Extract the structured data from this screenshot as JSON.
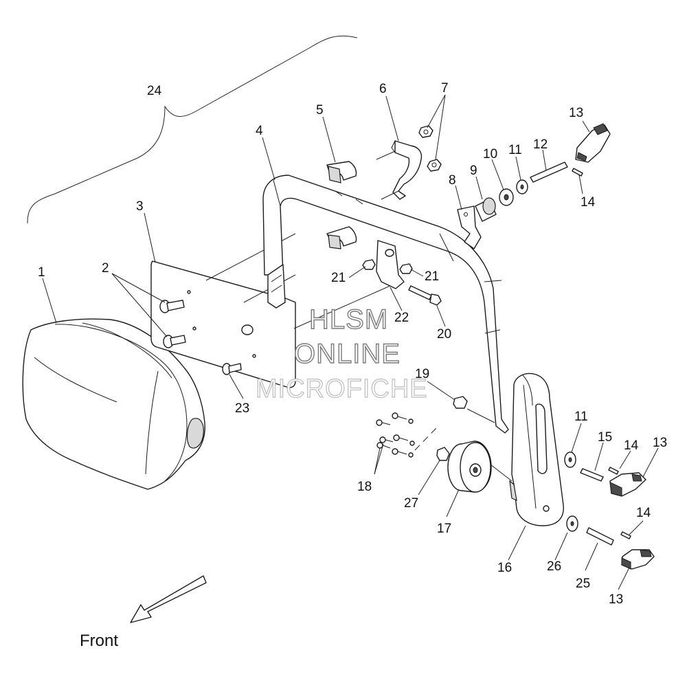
{
  "callouts": [
    {
      "id": "c1",
      "text": "1"
    },
    {
      "id": "c2",
      "text": "2"
    },
    {
      "id": "c3",
      "text": "3"
    },
    {
      "id": "c4",
      "text": "4"
    },
    {
      "id": "c5",
      "text": "5"
    },
    {
      "id": "c6",
      "text": "6"
    },
    {
      "id": "c7",
      "text": "7"
    },
    {
      "id": "c8",
      "text": "8"
    },
    {
      "id": "c9",
      "text": "9"
    },
    {
      "id": "c10",
      "text": "10"
    },
    {
      "id": "c11a",
      "text": "11"
    },
    {
      "id": "c12",
      "text": "12"
    },
    {
      "id": "c13a",
      "text": "13"
    },
    {
      "id": "c14a",
      "text": "14"
    },
    {
      "id": "c11b",
      "text": "11"
    },
    {
      "id": "c15",
      "text": "15"
    },
    {
      "id": "c14b",
      "text": "14"
    },
    {
      "id": "c13b",
      "text": "13"
    },
    {
      "id": "c14c",
      "text": "14"
    },
    {
      "id": "c16",
      "text": "16"
    },
    {
      "id": "c17",
      "text": "17"
    },
    {
      "id": "c18",
      "text": "18"
    },
    {
      "id": "c19",
      "text": "19"
    },
    {
      "id": "c20",
      "text": "20"
    },
    {
      "id": "c21a",
      "text": "21"
    },
    {
      "id": "c21b",
      "text": "21"
    },
    {
      "id": "c22",
      "text": "22"
    },
    {
      "id": "c23",
      "text": "23"
    },
    {
      "id": "c24",
      "text": "24"
    },
    {
      "id": "c25",
      "text": "25"
    },
    {
      "id": "c26",
      "text": "26"
    },
    {
      "id": "c27",
      "text": "27"
    },
    {
      "id": "c13c",
      "text": "13"
    }
  ],
  "direction_label": "Front",
  "watermark": {
    "line1": "HLSM",
    "line2": "ONLINE",
    "line3": "MICROFICHE"
  }
}
